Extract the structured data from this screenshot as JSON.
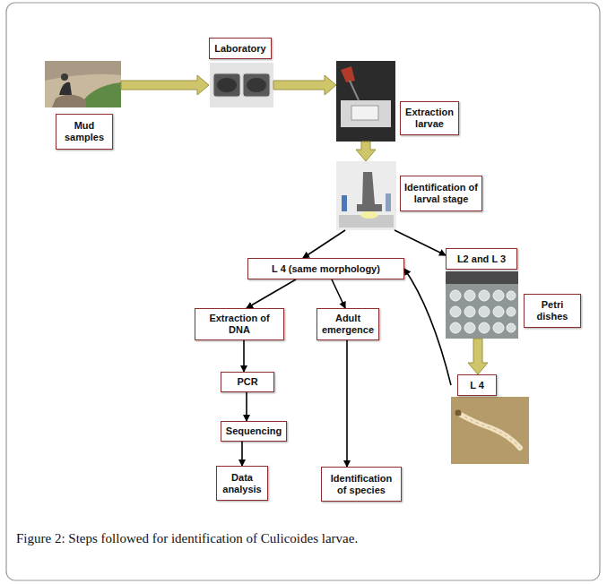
{
  "diagram": {
    "caption": "Figure 2: Steps followed for identification of Culicoides larvae.",
    "nodes": [
      {
        "text": [
          "Mud samples"
        ]
      },
      {
        "text": [
          "Laboratory"
        ]
      },
      {
        "text": [
          "Extraction larvae"
        ]
      },
      {
        "text": [
          "Identification of larval stage"
        ]
      },
      {
        "text": [
          "L 4 (same morphology)"
        ]
      },
      {
        "text": [
          "L2 and L 3"
        ]
      },
      {
        "text": [
          "Petri dishes"
        ]
      },
      {
        "text": [
          "L 4"
        ]
      },
      {
        "text": [
          "Extraction of DNA"
        ]
      },
      {
        "text": [
          "Adult emergence"
        ]
      },
      {
        "text": [
          "PCR"
        ]
      },
      {
        "text": [
          "Sequencing"
        ]
      },
      {
        "text": [
          "Data analysis"
        ]
      },
      {
        "text": [
          "Identification of species"
        ]
      }
    ],
    "edges": [
      {
        "from": 0,
        "to": 1,
        "arrow": "to"
      },
      {
        "from": 1,
        "to": 2,
        "arrow": "to"
      },
      {
        "from": 2,
        "to": 3,
        "arrow": "to"
      },
      {
        "from": 3,
        "to": 4,
        "arrow": "to"
      },
      {
        "from": 3,
        "to": 5,
        "arrow": "to"
      },
      {
        "from": 5,
        "to": 7,
        "arrow": "to"
      },
      {
        "from": 7,
        "to": 4,
        "arrow": "to"
      },
      {
        "from": 4,
        "to": 8,
        "arrow": "to"
      },
      {
        "from": 4,
        "to": 9,
        "arrow": "to"
      },
      {
        "from": 8,
        "to": 10,
        "arrow": "to"
      },
      {
        "from": 10,
        "to": 11,
        "arrow": "to"
      },
      {
        "from": 11,
        "to": 12,
        "arrow": "to"
      },
      {
        "from": 9,
        "to": 13,
        "arrow": "to"
      }
    ]
  }
}
